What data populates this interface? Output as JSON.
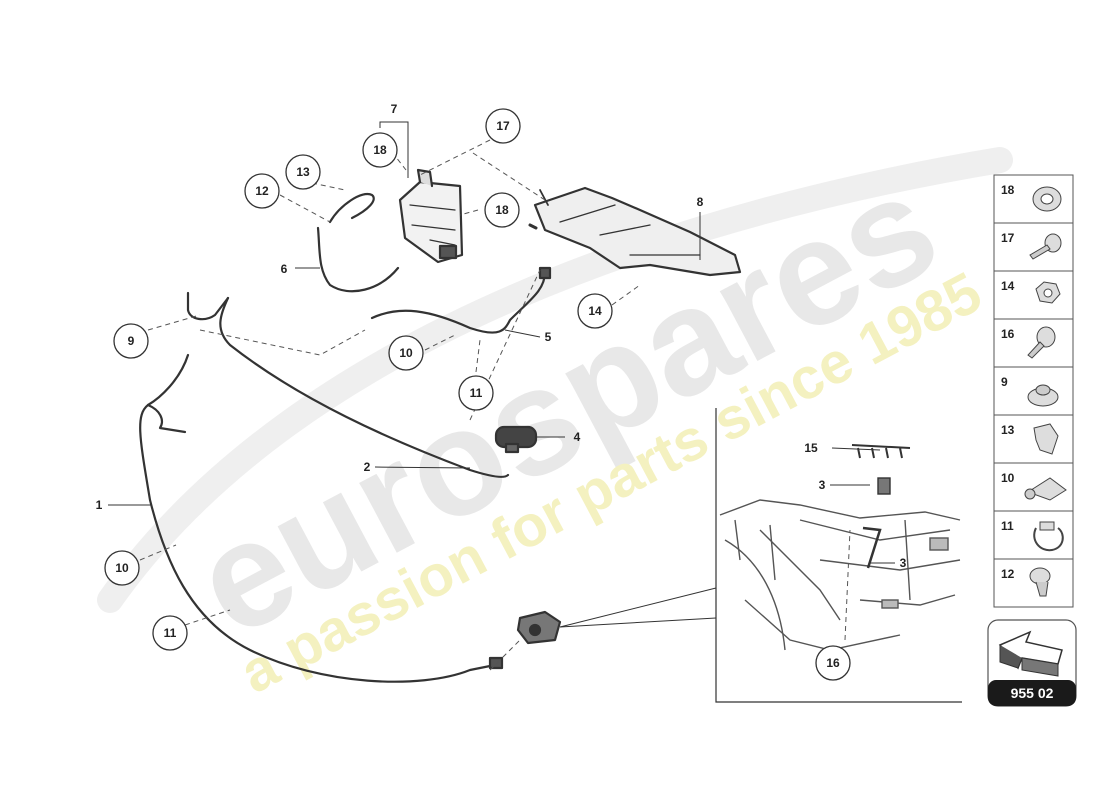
{
  "watermark": {
    "brand": "eurospares",
    "tagline": "a passion for parts since 1985"
  },
  "callouts": {
    "c7": "7",
    "c17": "17",
    "c18a": "18",
    "c13": "13",
    "c12": "12",
    "c18b": "18",
    "c8": "8",
    "c6": "6",
    "c14": "14",
    "c9": "9",
    "c5": "5",
    "c10a": "10",
    "c11a": "11",
    "c4": "4",
    "c2": "2",
    "c1": "1",
    "c10b": "10",
    "c11b": "11",
    "c15": "15",
    "c3a": "3",
    "c3b": "3",
    "c16": "16"
  },
  "legend": {
    "items": [
      "18",
      "17",
      "14",
      "16",
      "9",
      "13",
      "10",
      "11",
      "12"
    ]
  },
  "diagram_number": "955 02",
  "colors": {
    "line": "#222222",
    "part": "#555555",
    "watermark": "#e6e6e6",
    "tagline": "#f3f0b8",
    "badge": "#1a1a1a"
  }
}
